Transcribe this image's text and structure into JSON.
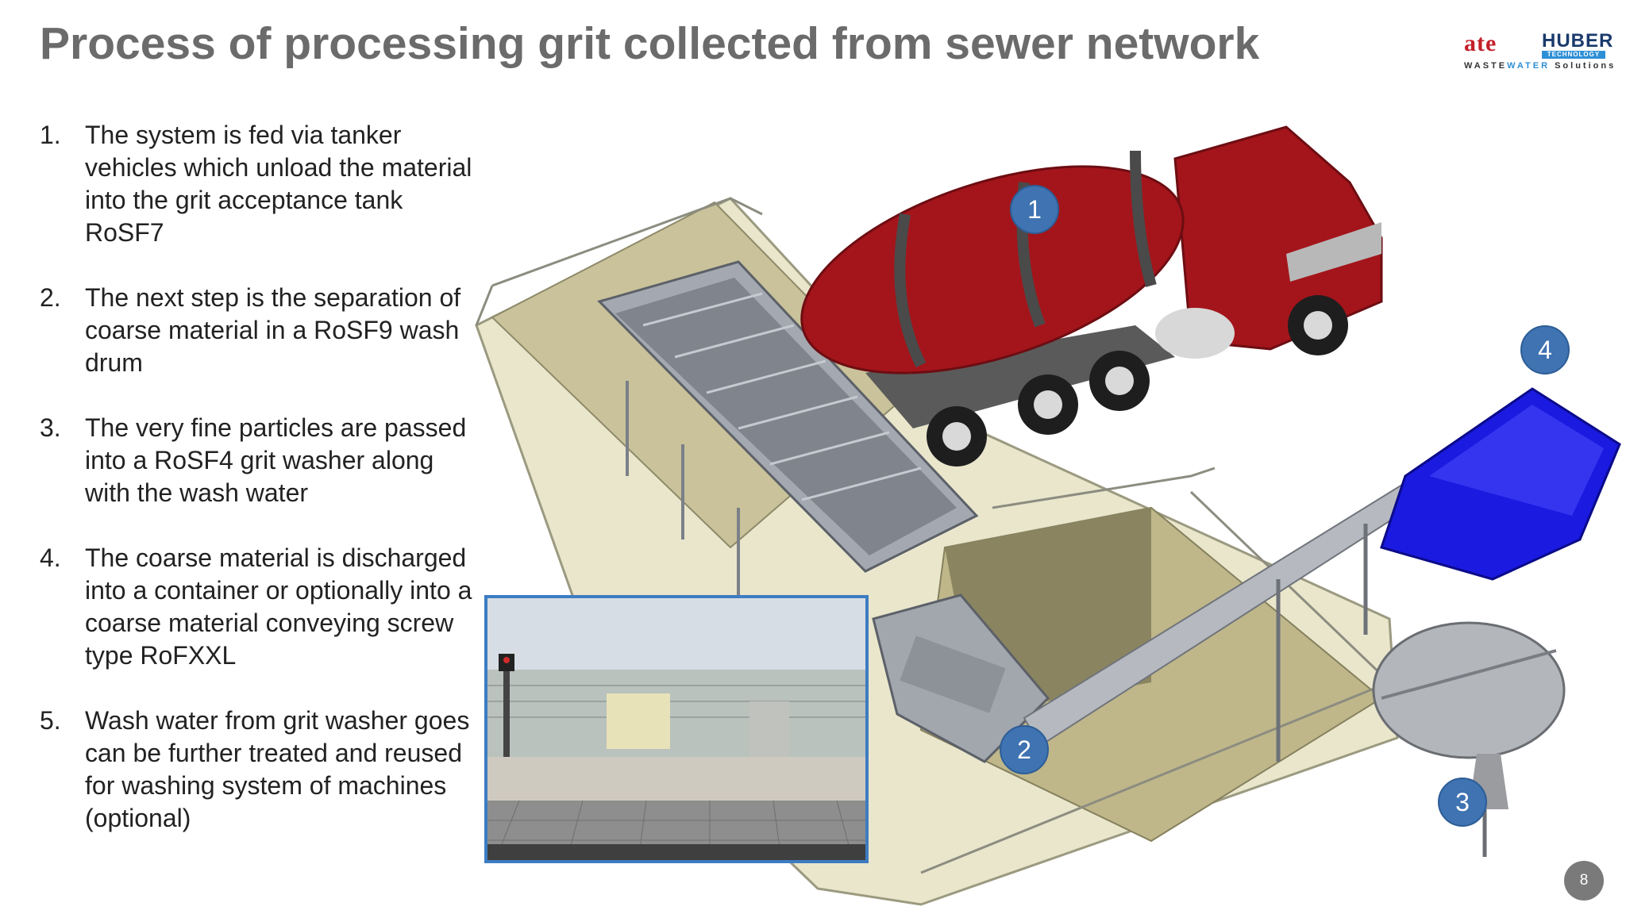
{
  "slide": {
    "title": "Process of processing grit collected from sewer network",
    "page_number": "8"
  },
  "logo": {
    "ate": "ate",
    "huber": "HUBER",
    "technology": "TECHNOLOGY",
    "tagline_part1": "WASTE",
    "tagline_part2": "WATER",
    "tagline_part3": " Solutions"
  },
  "steps": [
    {
      "number": "1.",
      "text": "The system is fed via tanker vehicles which unload the material into the grit acceptance tank RoSF7"
    },
    {
      "number": "2.",
      "text": "The next step is the separation of coarse material in a RoSF9 wash drum"
    },
    {
      "number": "3.",
      "text": "The very fine particles are passed into a RoSF4 grit washer along with the wash water"
    },
    {
      "number": "4.",
      "text": "The coarse material is discharged into a container or optionally into a coarse material conveying screw type RoFXXL"
    },
    {
      "number": "5.",
      "text": "Wash water from grit washer goes can be further treated and reused for washing system of machines (optional)"
    }
  ],
  "markers": [
    "1",
    "2",
    "3",
    "4"
  ],
  "colors": {
    "title": "#6b6b6b",
    "marker": "#3f73b2",
    "photo_border": "#3d7cc2",
    "truck": "#a3151b",
    "container": "#1a1ae0"
  }
}
